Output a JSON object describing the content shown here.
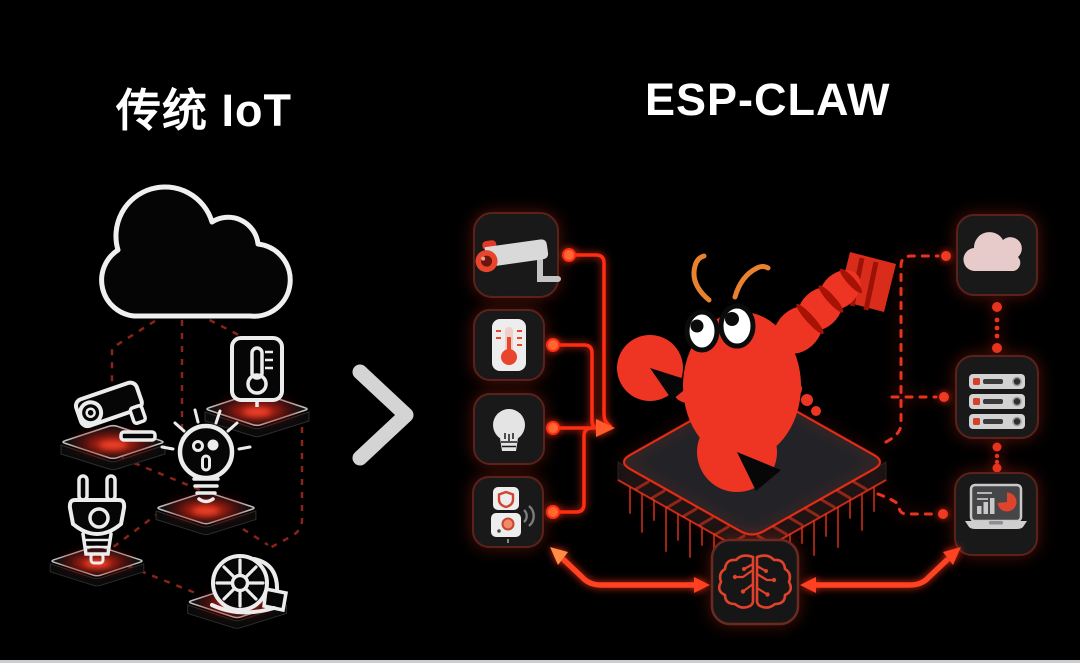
{
  "left_panel": {
    "title": "传统 IoT",
    "icons": [
      "cloud-icon",
      "cctv-camera-icon",
      "thermometer-icon",
      "light-bulb-icon",
      "power-plug-icon",
      "fan-icon"
    ],
    "connection_style": "dashed"
  },
  "transition": {
    "icon": "chevron-right-icon"
  },
  "right_panel": {
    "title": "ESP-CLAW",
    "mascot": "lobster-on-chip",
    "input_icons": [
      "cctv-camera-icon",
      "thermometer-icon",
      "light-bulb-icon",
      "smart-sensor-icon"
    ],
    "output_icons": [
      "cloud-icon",
      "server-stack-icon",
      "analytics-laptop-icon"
    ],
    "ai_icon": "circuit-brain-icon"
  },
  "colors": {
    "background": "#000000",
    "title_text": "#ffffff",
    "lobster_red": "#ee3524",
    "line_red": "#ff2d12",
    "dot_orange": "#ff6a35",
    "dashed_dim_red": "#90271a",
    "tile_background": "#19191a",
    "tile_border": "#5a221b",
    "chevron_gray": "#d4d4d4",
    "bottom_strip": "#c9ced4"
  }
}
